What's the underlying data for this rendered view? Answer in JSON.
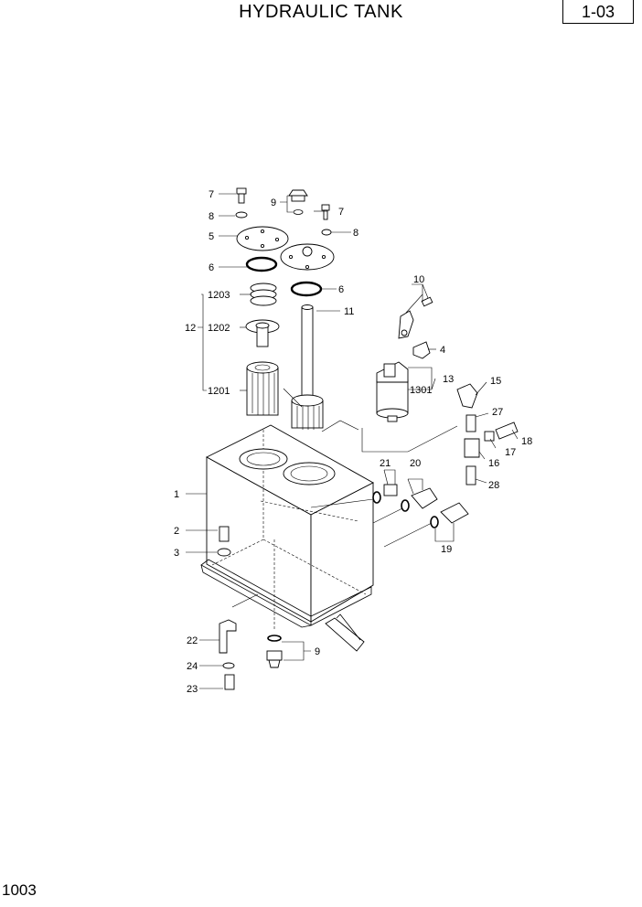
{
  "header": {
    "title": "HYDRAULIC TANK",
    "page_ref": "1-03"
  },
  "footer": {
    "page_number": "1003"
  },
  "callouts": {
    "c1": "1",
    "c2": "2",
    "c3": "3",
    "c4": "4",
    "c5": "5",
    "c6a": "6",
    "c6b": "6",
    "c7a": "7",
    "c7b": "7",
    "c8a": "8",
    "c8b": "8",
    "c9a": "9",
    "c9b": "9",
    "c10": "10",
    "c11": "11",
    "c12": "12",
    "c13": "13",
    "c15": "15",
    "c16": "16",
    "c17": "17",
    "c18": "18",
    "c19": "19",
    "c20": "20",
    "c21": "21",
    "c22": "22",
    "c23": "23",
    "c24": "24",
    "c27": "27",
    "c28": "28",
    "c1201": "1201",
    "c1202": "1202",
    "c1203": "1203",
    "c1301": "1301"
  }
}
